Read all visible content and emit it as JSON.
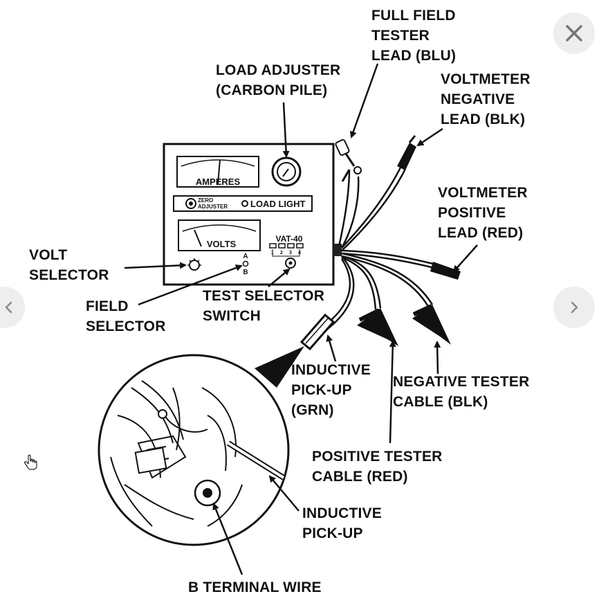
{
  "diagram": {
    "labels": {
      "full_field": "FULL FIELD\nTESTER\nLEAD (BLU)",
      "load_adjuster": "LOAD ADJUSTER\n(CARBON PILE)",
      "voltmeter_negative": "VOLTMETER\nNEGATIVE\nLEAD (BLK)",
      "voltmeter_positive": "VOLTMETER\nPOSITIVE\nLEAD (RED)",
      "volt_selector": "VOLT\nSELECTOR",
      "field_selector": "FIELD\nSELECTOR",
      "test_selector": "TEST SELECTOR\nSWITCH",
      "inductive_pickup_grn": "INDUCTIVE\nPICK-UP\n(GRN)",
      "negative_tester": "NEGATIVE TESTER\nCABLE (BLK)",
      "positive_tester": "POSITIVE TESTER\nCABLE (RED)",
      "inductive_pickup": "INDUCTIVE\nPICK-UP",
      "b_terminal": "B TERMINAL WIRE"
    },
    "panel": {
      "amperes": "AMPERES",
      "zero_line1": "ZERO",
      "zero_line2": "ADJUSTER",
      "load_light": "LOAD LIGHT",
      "volts": "VOLTS",
      "model": "VAT-40",
      "switch_positions": [
        "1",
        "2",
        "3",
        "4"
      ],
      "field_a": "A",
      "field_b": "B"
    }
  },
  "viewer": {
    "close_icon": "close-icon",
    "prev_icon": "chevron-left-icon",
    "next_icon": "chevron-right-icon",
    "cursor_icon": "hand-pointer-icon"
  }
}
